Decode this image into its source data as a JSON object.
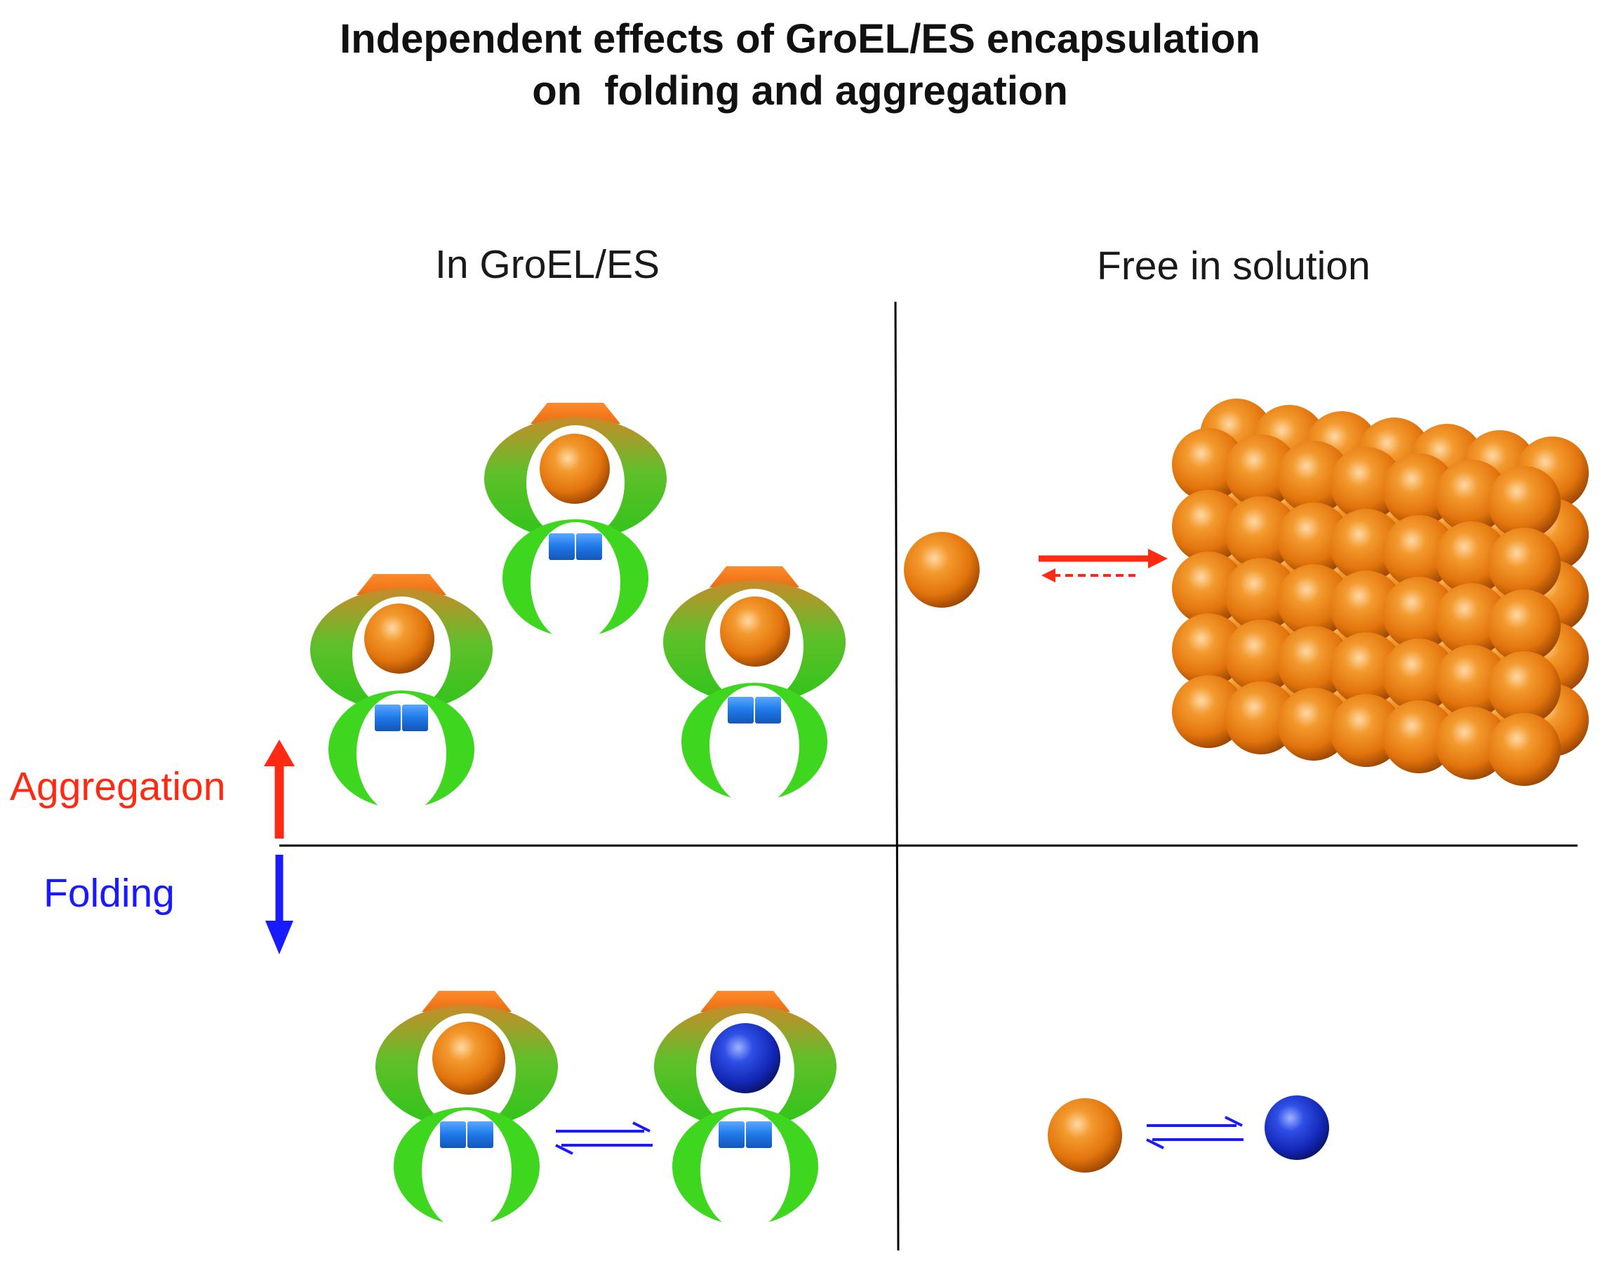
{
  "title": {
    "line1": "Independent effects of GroEL/ES encapsulation",
    "line2": "on  folding and aggregation"
  },
  "columns": {
    "left": "In GroEL/ES",
    "right": "Free in solution"
  },
  "axis": {
    "up_label": "Aggregation",
    "down_label": "Folding",
    "up_color": "#ff2a14",
    "down_color": "#1a1aff"
  },
  "colors": {
    "unfolded_protein": "#e8780e",
    "folded_protein": "#1530c8",
    "groel_ring": "#34d418",
    "groes_cap": "#f47b20",
    "equatorial_block": "#1e78e8",
    "divider_lines": "#000000"
  }
}
